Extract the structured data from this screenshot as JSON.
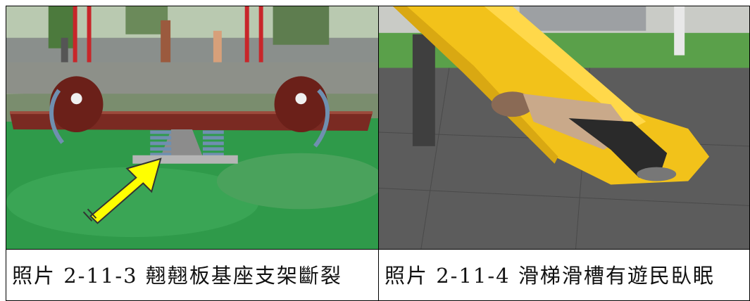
{
  "photos": [
    {
      "caption": "照片 2-11-3 翹翹板基座支架斷裂",
      "subject": "seesaw-base-bracket"
    },
    {
      "caption": "照片 2-11-4 滑梯滑槽有遊民臥眠",
      "subject": "slide-with-person-sleeping"
    }
  ],
  "colors": {
    "grass": "#2f9a4a",
    "seesaw_board": "#7a2a22",
    "spring": "#6f8fb0",
    "arrow": "#ffff00",
    "slide": "#f2c21a",
    "ground": "#5c5c5c"
  }
}
